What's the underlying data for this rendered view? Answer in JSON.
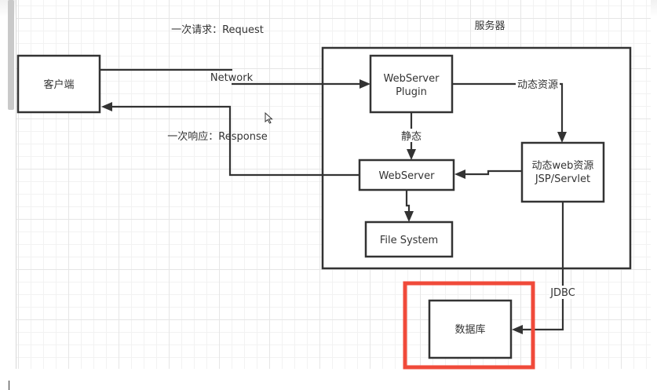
{
  "diagram": {
    "title": "服务器",
    "nodes": {
      "client": {
        "label": "客户端"
      },
      "plugin": {
        "line1": "WebServer",
        "line2": "Plugin"
      },
      "webserver": {
        "label": "WebServer"
      },
      "filesystem": {
        "label": "File System"
      },
      "servlet": {
        "line1": "动态web资源",
        "line2": "JSP/Servlet"
      },
      "database": {
        "label": "数据库"
      }
    },
    "edges": {
      "request": "一次请求：Request",
      "network": "Network",
      "response": "一次响应：Response",
      "dynamic": "动态资源",
      "static": "静态",
      "jdbc": "JDBC"
    },
    "colors": {
      "stroke": "#333333",
      "highlight": "#f04a3a",
      "grid": "#e6e6e6"
    }
  }
}
